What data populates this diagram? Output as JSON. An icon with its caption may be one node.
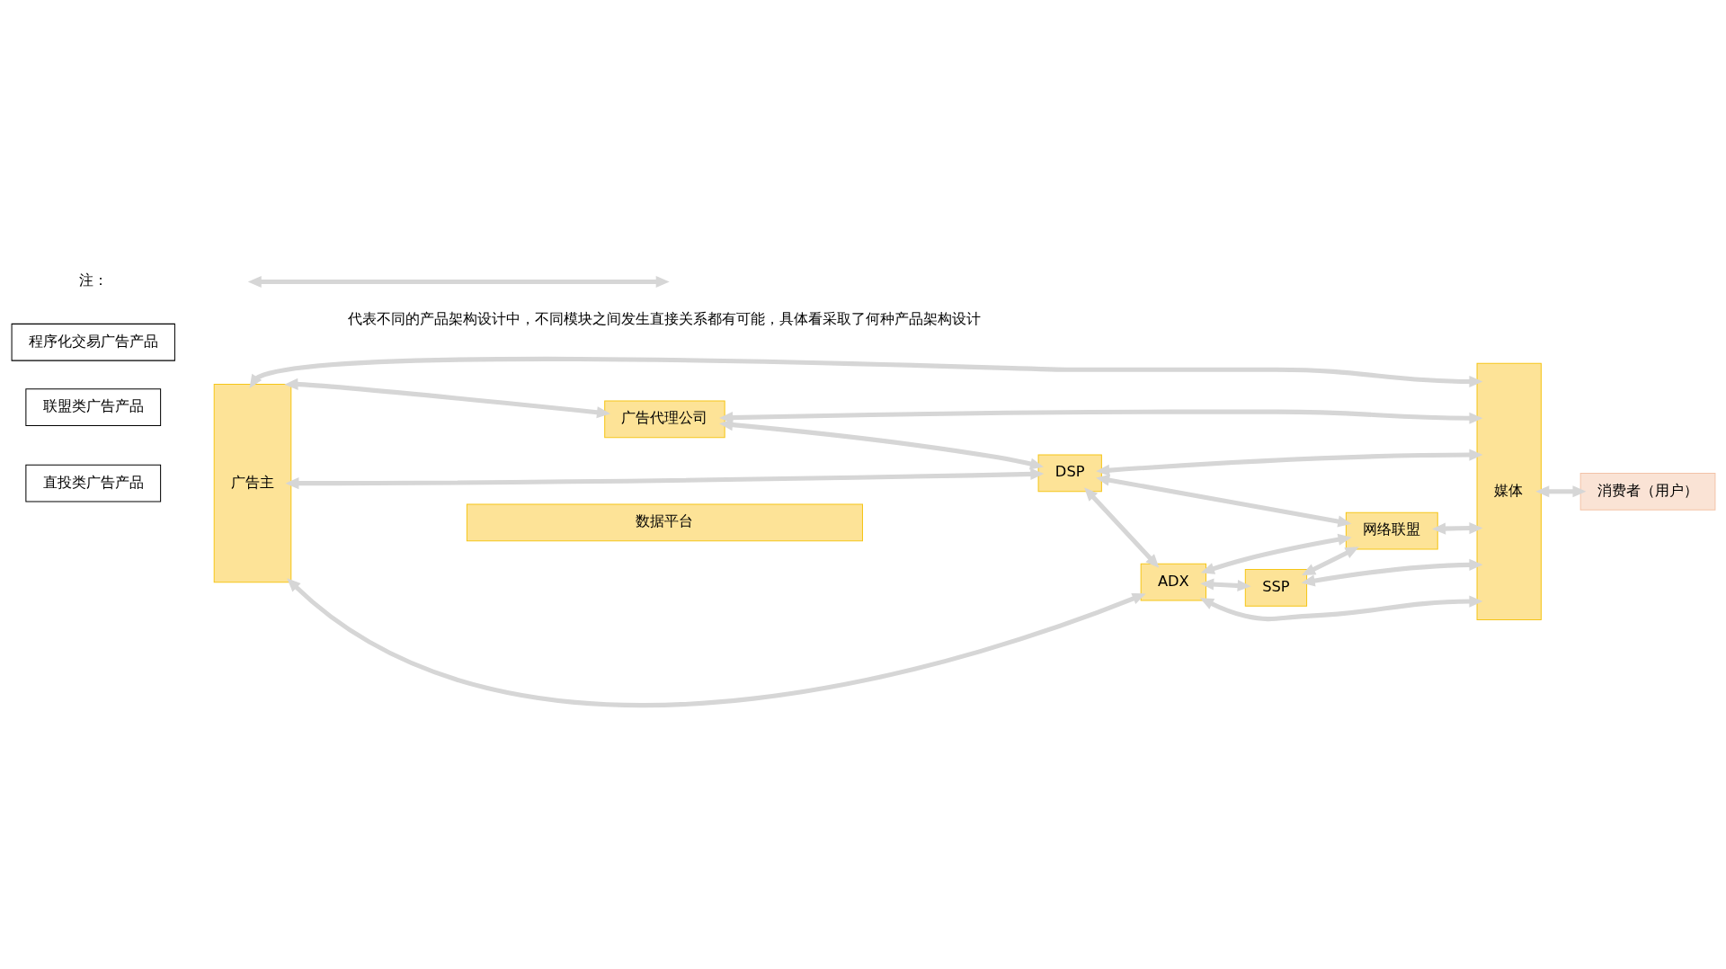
{
  "diagram": {
    "nodes": [
      {
        "text": [
          "直投类广告产品"
        ]
      },
      {
        "text": [
          "联盟类广告产品"
        ]
      },
      {
        "text": [
          "程序化交易广告产品"
        ]
      },
      {
        "text": [
          "广告主"
        ]
      },
      {
        "text": [
          "广告代理公司"
        ]
      },
      {
        "text": [
          "DSP"
        ]
      },
      {
        "text": [
          "ADX"
        ]
      },
      {
        "text": [
          "SSP"
        ]
      },
      {
        "text": [
          "网络联盟"
        ]
      },
      {
        "text": [
          "媒体"
        ]
      },
      {
        "text": [
          "消费者（用户）"
        ]
      },
      {
        "text": [
          "数据平台"
        ]
      }
    ],
    "edges": [
      {
        "from": 3,
        "to": 9,
        "arrow": "both"
      },
      {
        "from": 4,
        "to": 9,
        "arrow": "both"
      },
      {
        "from": 5,
        "to": 9,
        "arrow": "both"
      },
      {
        "from": 5,
        "to": 8,
        "arrow": "both"
      },
      {
        "from": 6,
        "to": 8,
        "arrow": "both"
      },
      {
        "from": 8,
        "to": 9,
        "arrow": "both"
      },
      {
        "from": 9,
        "to": 10,
        "arrow": "both"
      },
      {
        "from": 3,
        "to": 4,
        "arrow": "both"
      },
      {
        "from": 4,
        "to": 5,
        "arrow": "both"
      },
      {
        "from": 3,
        "to": 5,
        "arrow": "both"
      },
      {
        "from": 5,
        "to": 6,
        "arrow": "both"
      },
      {
        "from": 6,
        "to": 7,
        "arrow": "both"
      },
      {
        "from": 7,
        "to": 8,
        "arrow": "both"
      },
      {
        "from": 7,
        "to": 9,
        "arrow": "both"
      },
      {
        "from": 3,
        "to": 6,
        "arrow": "both"
      },
      {
        "from": 6,
        "to": 9,
        "arrow": "both"
      }
    ],
    "labels": [
      "注："
    ],
    "legend": [
      {
        "text": "代表不同的产品架构设计中，不同模块之间发生直接关系都有可能，具体看采取了何种产品架构设计"
      }
    ]
  }
}
